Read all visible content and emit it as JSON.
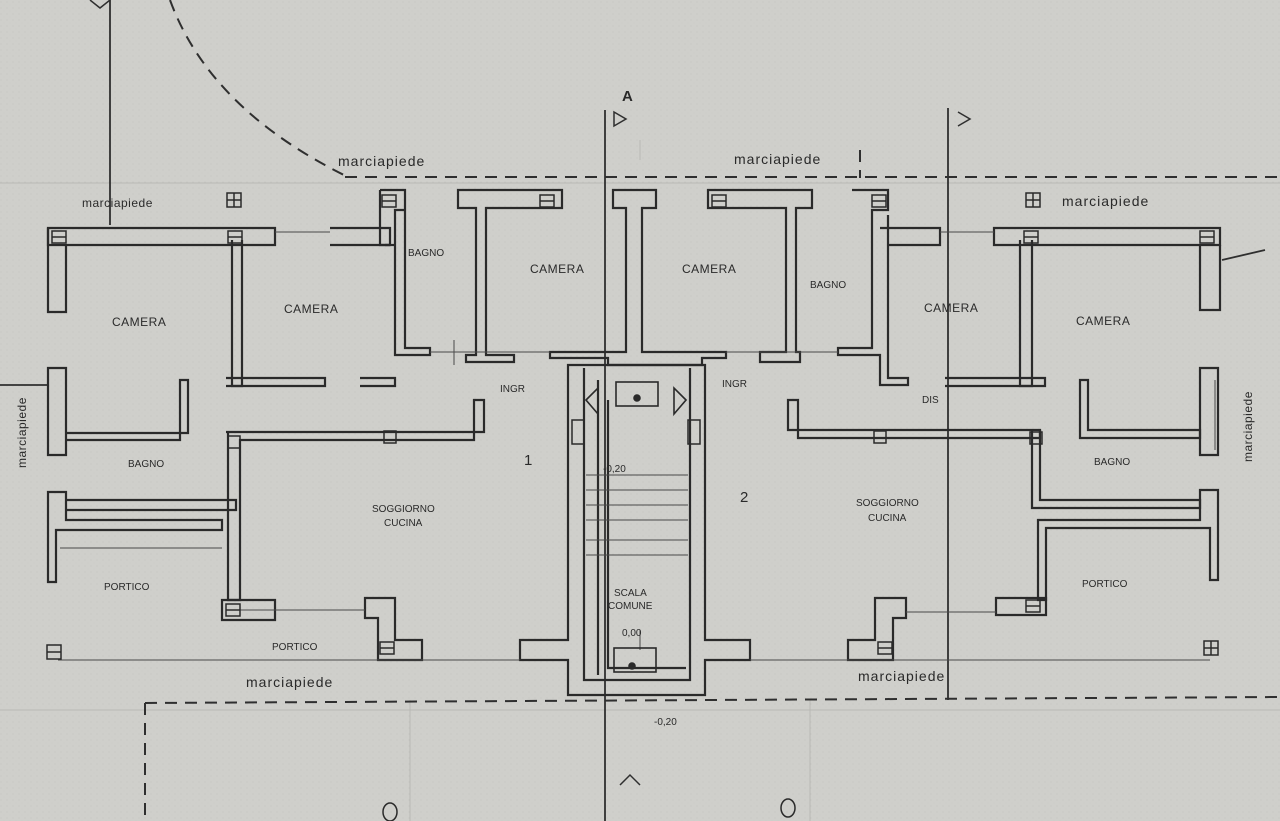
{
  "plan": {
    "axis_label": "A",
    "apartment_1": {
      "number": "1",
      "camera_left": "CAMERA",
      "camera_mid": "CAMERA",
      "camera_center": "CAMERA",
      "bagno_top": "BAGNO",
      "bagno_bottom": "BAGNO",
      "ingresso": "INGR",
      "soggiorno_line1": "SOGGIORNO",
      "soggiorno_line2": "CUCINA",
      "portico_left": "PORTICO",
      "portico_front": "PORTICO"
    },
    "apartment_2": {
      "number": "2",
      "camera_center": "CAMERA",
      "camera_mid": "CAMERA",
      "camera_right": "CAMERA",
      "bagno_top": "BAGNO",
      "bagno_bottom": "BAGNO",
      "ingresso": "INGR",
      "disimpegno": "DIS",
      "soggiorno_line1": "SOGGIORNO",
      "soggiorno_line2": "CUCINA",
      "portico_right": "PORTICO"
    },
    "stair": {
      "line1": "SCALA",
      "line2": "COMUNE",
      "level_top": "-0,20",
      "level_bottom": "0,00",
      "level_outside": "-0,20"
    },
    "marciapiede": {
      "top_center": "marciapiede",
      "top_left": "marciapiede",
      "top_right": "marciapiede",
      "left_side": "marciapiede",
      "right_side": "marciapiede",
      "bottom_left": "marciapiede",
      "bottom_right": "marciapiede"
    }
  },
  "colors": {
    "paper": "#cfcfcb",
    "ink": "#2a2a2a"
  }
}
